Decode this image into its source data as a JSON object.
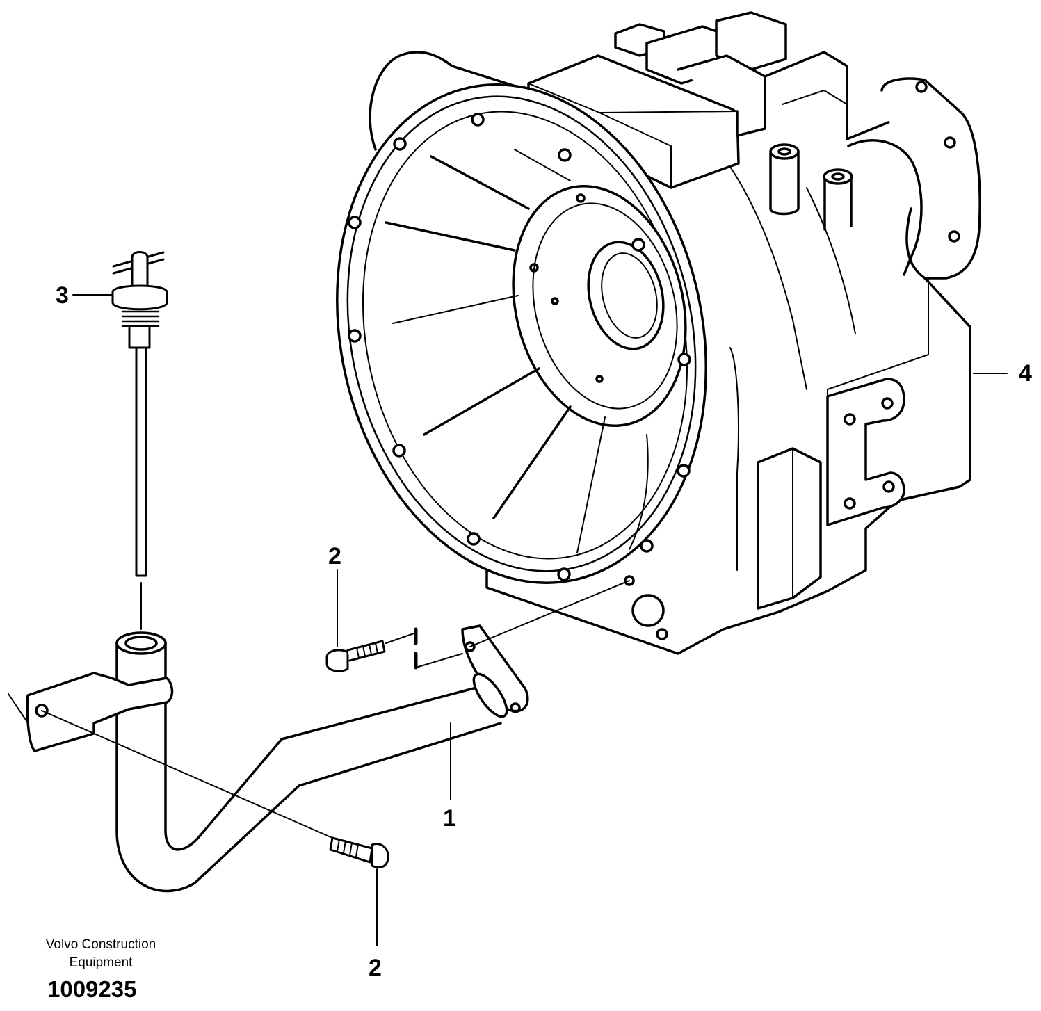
{
  "callouts": {
    "c1": "1",
    "c2_upper": "2",
    "c2_lower": "2",
    "c3": "3",
    "c4": "4"
  },
  "footer": {
    "maker_line1": "Volvo Construction",
    "maker_line2": "Equipment",
    "drawing_number": "1009235"
  },
  "colors": {
    "line": "#000000",
    "background": "#ffffff"
  }
}
